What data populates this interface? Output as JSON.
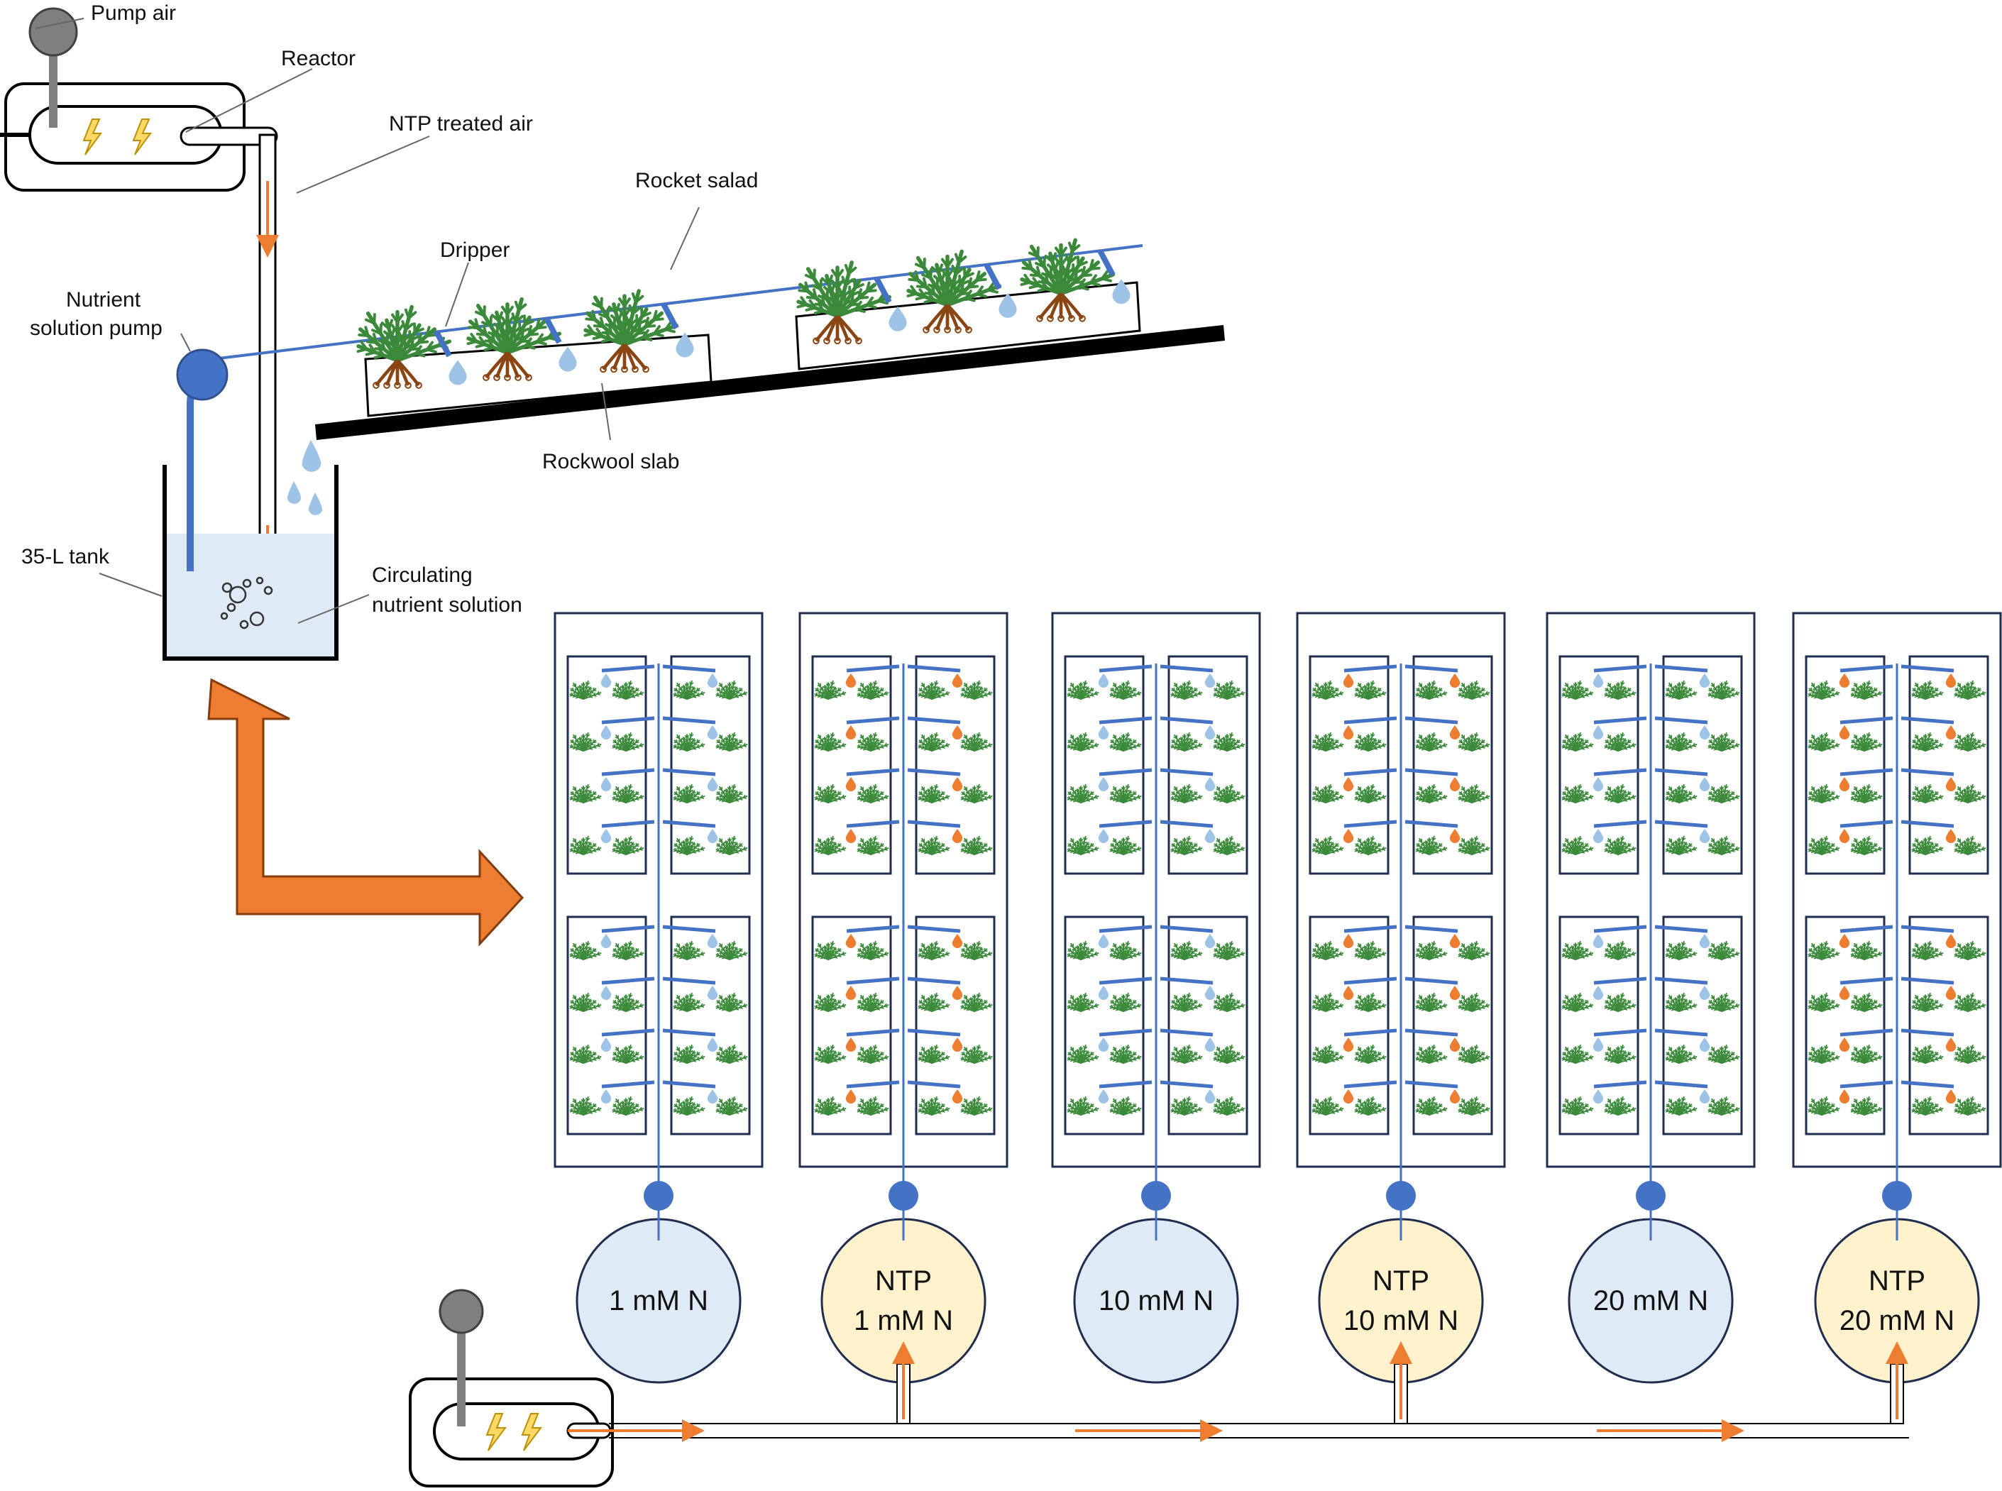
{
  "labels": {
    "pump_air": "Pump air",
    "reactor": "Reactor",
    "ntp_treated_air": "NTP treated air",
    "rocket_salad": "Rocket salad",
    "dripper": "Dripper",
    "nutrient_pump_line1": "Nutrient",
    "nutrient_pump_line2": "solution pump",
    "rockwool_slab": "Rockwool slab",
    "tank": "35-L tank",
    "circulating_line1": "Circulating",
    "circulating_line2": "nutrient solution"
  },
  "treatments": [
    {
      "line1": "",
      "line2": "1 mM N",
      "ntp": false
    },
    {
      "line1": "NTP",
      "line2": "1 mM N",
      "ntp": true
    },
    {
      "line1": "",
      "line2": "10 mM N",
      "ntp": false
    },
    {
      "line1": "NTP",
      "line2": "10 mM N",
      "ntp": true
    },
    {
      "line1": "",
      "line2": "20 mM N",
      "ntp": false
    },
    {
      "line1": "NTP",
      "line2": "20 mM N",
      "ntp": true
    }
  ],
  "colors": {
    "pipe_blue": "#4472C4",
    "drop_blue": "#9DC3E6",
    "drop_orange": "#ED7D31",
    "plant_green": "#3A8A3A",
    "root_brown": "#8B4513",
    "tank_blue_fill": "#DEEBF7",
    "tank_ntp_fill": "#FFF2CC",
    "reactor_grey": "#7F7F7F",
    "bolt_yellow": "#FFD966",
    "frame_navy": "#1F2D4F"
  }
}
